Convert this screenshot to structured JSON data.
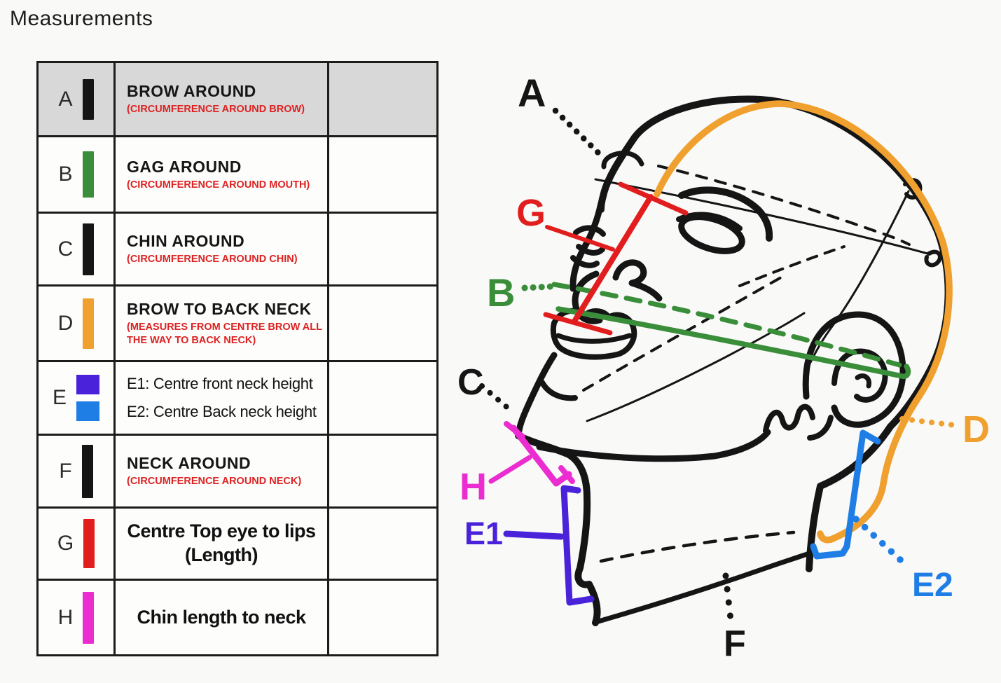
{
  "title": "Measurements",
  "colors": {
    "black": "#151515",
    "green": "#3a8e3a",
    "orange": "#f0a02e",
    "red": "#e21d1d",
    "magenta": "#ea2cd0",
    "purple": "#4a22da",
    "blue": "#1f7de6",
    "note_red": "#dd2222",
    "row_highlight": "#d8d8d8"
  },
  "table": {
    "rows": [
      {
        "letter": "A",
        "title": "BROW AROUND",
        "note": "(CIRCUMFERENCE AROUND BROW)"
      },
      {
        "letter": "B",
        "title": "GAG AROUND",
        "note": "(CIRCUMFERENCE AROUND MOUTH)"
      },
      {
        "letter": "C",
        "title": "CHIN AROUND",
        "note": "(CIRCUMFERENCE AROUND CHIN)"
      },
      {
        "letter": "D",
        "title": "BROW TO BACK NECK",
        "note": "(MEASURES FROM CENTRE BROW ALL THE WAY TO BACK NECK)"
      },
      {
        "letter": "E",
        "line1": "E1: Centre front neck height",
        "line2": "E2: Centre Back neck height"
      },
      {
        "letter": "F",
        "title": "NECK AROUND",
        "note": "(CIRCUMFERENCE AROUND NECK)"
      },
      {
        "letter": "G",
        "title_line1": "Centre Top eye to lips",
        "title_line2": "(Length)"
      },
      {
        "letter": "H",
        "title": "Chin length to neck"
      }
    ]
  },
  "diagram": {
    "labels": {
      "a": "A",
      "b": "B",
      "c": "C",
      "d": "D",
      "e1": "E1",
      "e2": "E2",
      "f": "F",
      "g": "G",
      "h": "H"
    }
  }
}
